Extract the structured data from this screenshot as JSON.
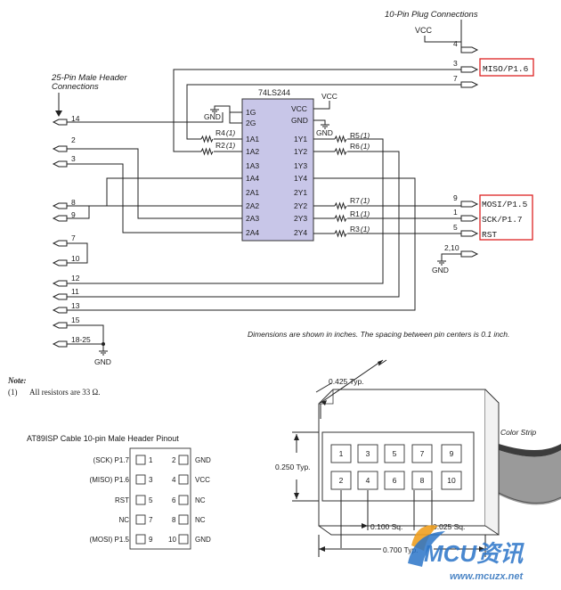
{
  "schematic": {
    "plug_title": "10-Pin Plug Connections",
    "header_title_line1": "25-Pin Male Header",
    "header_title_line2": "Connections",
    "ic_name": "74LS244",
    "vcc": "VCC",
    "gnd": "GND",
    "ic_left_pins": [
      "1G",
      "2G",
      "1A1",
      "1A2",
      "1A3",
      "1A4",
      "2A1",
      "2A2",
      "2A3",
      "2A4"
    ],
    "ic_right_pins": [
      "VCC",
      "GND",
      "1Y1",
      "1Y2",
      "1Y3",
      "1Y4",
      "2Y1",
      "2Y2",
      "2Y3",
      "2Y4"
    ],
    "resistors": [
      "R4",
      "R2",
      "R5",
      "R6",
      "R7",
      "R1",
      "R3"
    ],
    "footnote_mark": "(1)",
    "header_pins": [
      "14",
      "2",
      "3",
      "8",
      "9",
      "7",
      "10",
      "12",
      "11",
      "13",
      "15",
      "18-25"
    ],
    "plug_pins": [
      "4",
      "3",
      "7",
      "9",
      "1",
      "5",
      "2,10"
    ],
    "plug_signals": [
      "MISO/P1.6",
      "MOSI/P1.5",
      "SCK/P1.7",
      "RST"
    ]
  },
  "note": {
    "title": "Note:",
    "marker": "(1)",
    "text": "All resistors are 33 Ω."
  },
  "pinout": {
    "title": "AT89ISP Cable 10-pin Male Header Pinout",
    "rows": [
      {
        "left_label": "(SCK) P1.7",
        "left_pin": "1",
        "right_pin": "2",
        "right_label": "GND"
      },
      {
        "left_label": "(MISO) P1.6",
        "left_pin": "3",
        "right_pin": "4",
        "right_label": "VCC"
      },
      {
        "left_label": "RST",
        "left_pin": "5",
        "right_pin": "6",
        "right_label": "NC"
      },
      {
        "left_label": "NC",
        "left_pin": "7",
        "right_pin": "8",
        "right_label": "NC"
      },
      {
        "left_label": "(MOSI) P1.5",
        "left_pin": "9",
        "right_pin": "10",
        "right_label": "GND"
      }
    ]
  },
  "dimensions": {
    "caption": "Dimensions are shown in inches. The spacing between pin centers is 0.1 inch.",
    "typ_width": "0.425 Typ.",
    "typ_height": "0.250 Typ.",
    "color_strip": "Color Strip",
    "pin_sq": "0.100 Sq.",
    "small_sq": "0.025 Sq.",
    "total_width": "0.700 Typ.",
    "top_row": [
      "1",
      "3",
      "5",
      "7",
      "9"
    ],
    "bottom_row": [
      "2",
      "4",
      "6",
      "8",
      "10"
    ]
  },
  "watermark": {
    "logo": "MCU资讯",
    "url": "www.mcuzx.net"
  }
}
